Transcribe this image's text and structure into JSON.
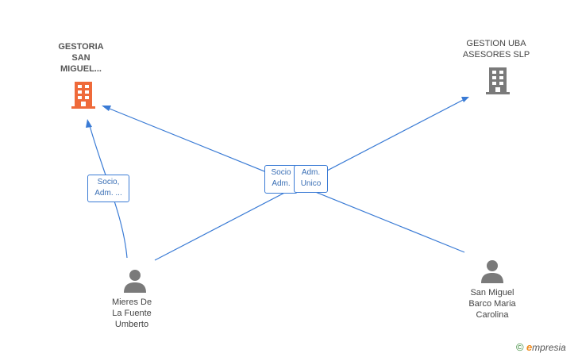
{
  "nodes": {
    "gestoria": {
      "lines": [
        "GESTORIA",
        "SAN",
        "MIGUEL..."
      ],
      "color": "#ef6a3a",
      "icon": "building-icon"
    },
    "gestion_uba": {
      "lines": [
        "GESTION UBA",
        "ASESORES SLP"
      ],
      "color": "#7a7a7a",
      "icon": "building-icon"
    },
    "mieres": {
      "lines": [
        "Mieres De",
        "La Fuente",
        "Umberto"
      ],
      "color": "#7a7a7a",
      "icon": "person-icon"
    },
    "san_miguel": {
      "lines": [
        "San Miguel",
        "Barco Maria",
        "Carolina"
      ],
      "color": "#7a7a7a",
      "icon": "person-icon"
    }
  },
  "edge_labels": {
    "mieres_to_gestoria": [
      "Socio,",
      "Adm. ..."
    ],
    "center_to_gestoria": [
      "Socio",
      "Adm."
    ],
    "center_to_gestion_uba": [
      "Adm.",
      "Unico"
    ]
  },
  "colors": {
    "edge": "#3a7bd5",
    "edge_label_text": "#3a6fb5"
  },
  "footer": {
    "copyright_symbol": "©",
    "brand_first_letter": "e",
    "brand_rest": "mpresia"
  }
}
